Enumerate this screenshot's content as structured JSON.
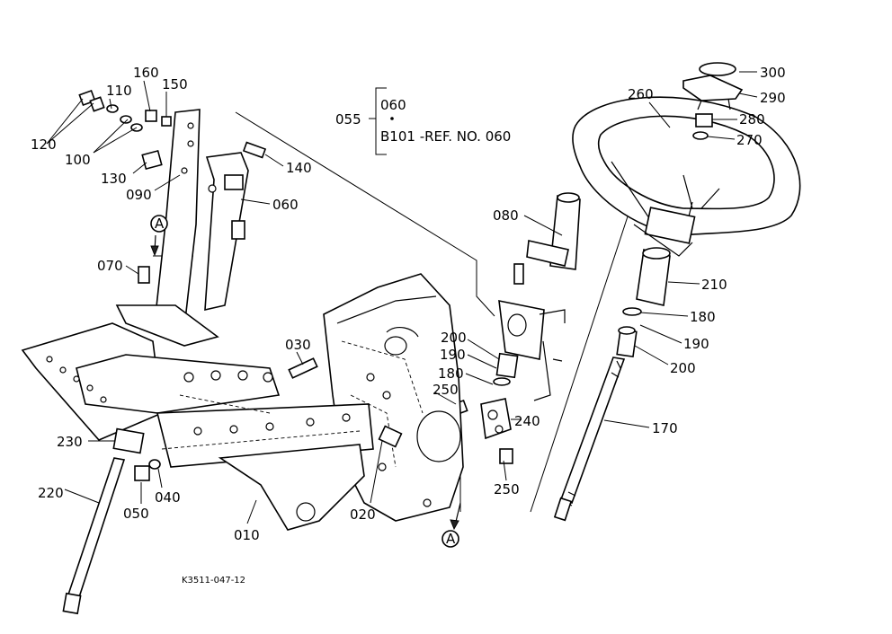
{
  "parts": {
    "p300": "300",
    "p290": "290",
    "p280": "280",
    "p270": "270",
    "p260": "260",
    "p210": "210",
    "p180a": "180",
    "p190a": "190",
    "p200a": "200",
    "p170": "170",
    "p080": "080",
    "p200b": "200",
    "p190b": "190",
    "p180b": "180",
    "p250a": "250",
    "p240": "240",
    "p250b": "250",
    "p160": "160",
    "p150": "150",
    "p110": "110",
    "p120": "120",
    "p100": "100",
    "p130": "130",
    "p090": "090",
    "p140": "140",
    "p060": "060",
    "p070": "070",
    "p030": "030",
    "p230": "230",
    "p220": "220",
    "p050": "050",
    "p040": "040",
    "p010": "010",
    "p020": "020"
  },
  "reference": {
    "group": "055",
    "item_top": "060",
    "item_bottom": "B101 -REF. NO. 060"
  },
  "markers": {
    "a_top": "A",
    "a_bottom": "A"
  },
  "drawing_number": "K3511-047-12"
}
